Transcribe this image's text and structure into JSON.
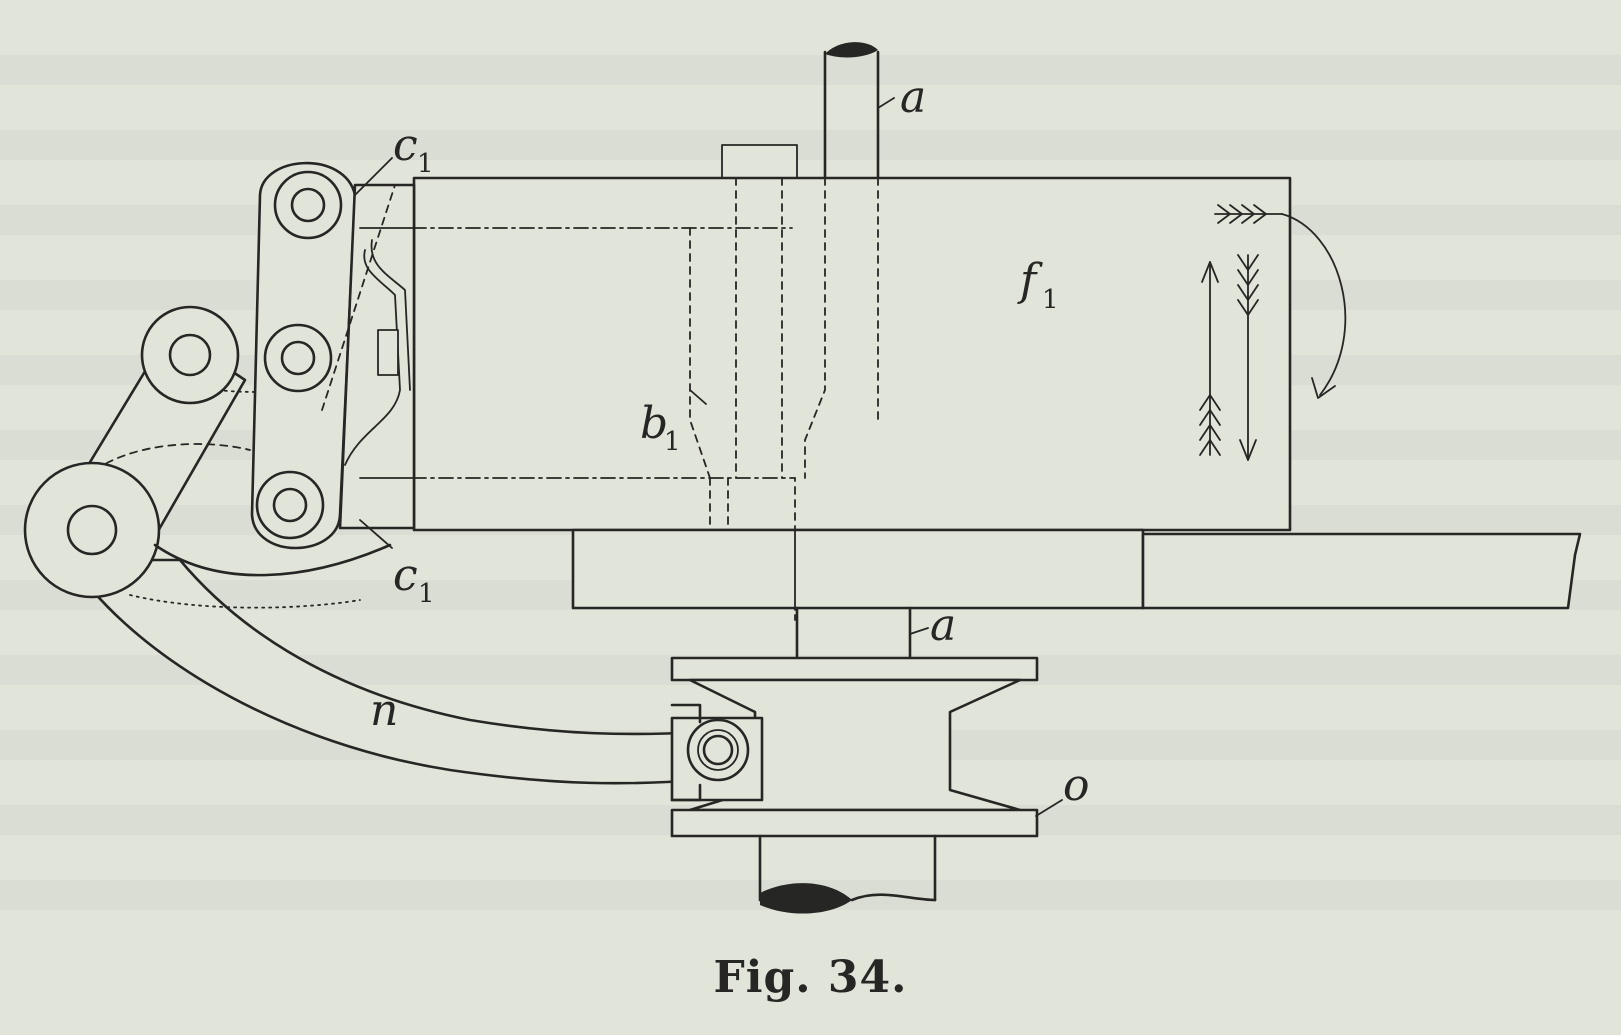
{
  "figure": {
    "caption": "Fig. 34.",
    "labels": {
      "a_top": "a",
      "a_bottom": "a",
      "c_top": "c",
      "c_top_sub": "1",
      "c_bottom": "c",
      "c_bottom_sub": "1",
      "f": "f",
      "f_sub": "1",
      "b": "b",
      "b_sub": "1",
      "n": "n",
      "o": "o"
    }
  }
}
